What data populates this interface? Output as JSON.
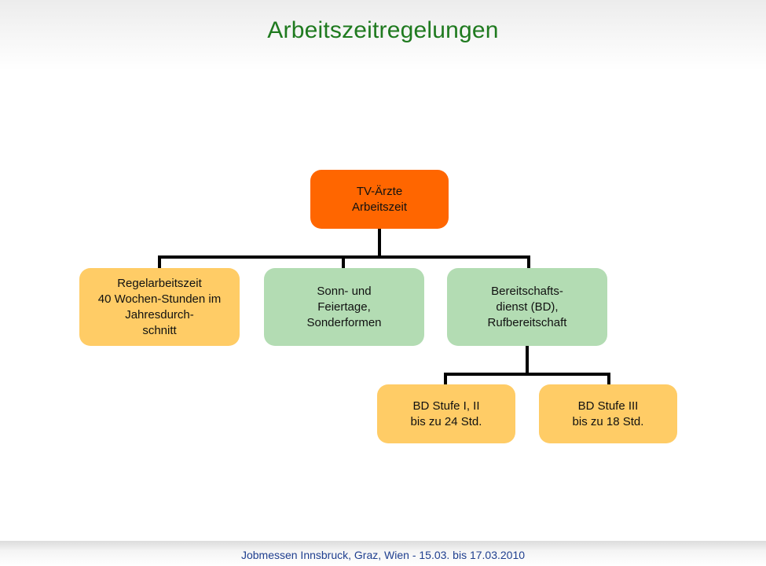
{
  "title": "Arbeitszeitregelungen",
  "footer": "Jobmessen Innsbruck, Graz, Wien  - 15.03. bis 17.03.2010",
  "colors": {
    "title": "#1f7a1f",
    "root": "#ff6600",
    "yellow": "#ffcc66",
    "green": "#b3dcb3",
    "connector": "#000000",
    "footer": "#1f3f8f"
  },
  "diagram": {
    "root": {
      "label": "TV-Ärzte\nArbeitszeit"
    },
    "level1": [
      {
        "label": "Regelarbeitszeit\n40 Wochen-Stunden im\nJahresdurch-\nschnitt",
        "color": "yellow"
      },
      {
        "label": "Sonn- und\nFeiertage,\nSonderformen",
        "color": "green"
      },
      {
        "label": "Bereitschafts-\ndienst (BD),\nRufbereitschaft",
        "color": "green"
      }
    ],
    "level2": [
      {
        "label": "BD Stufe I, II\nbis zu 24 Std.",
        "color": "yellow"
      },
      {
        "label": "BD Stufe III\nbis zu 18 Std.",
        "color": "yellow"
      }
    ]
  }
}
